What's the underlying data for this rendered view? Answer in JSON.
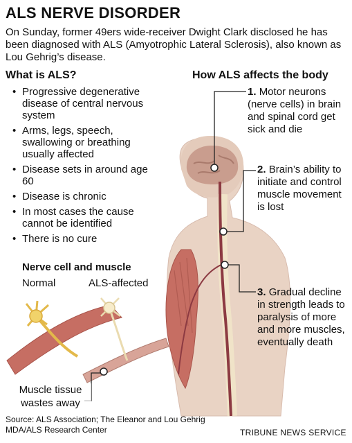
{
  "title": "ALS NERVE DISORDER",
  "intro": "On Sunday, former 49ers wide-receiver Dwight Clark disclosed he has been diagnosed with ALS (Amyotrophic Lateral Sclerosis),  also known as Lou Gehrig’s disease.",
  "what_is": {
    "heading": "What is ALS?",
    "facts": [
      "Progressive degenerative disease of central nervous system",
      "Arms, legs, speech, swallowing or breathing usually affected",
      "Disease sets in around age 60",
      "Disease is chronic",
      "In most cases the cause cannot be identified",
      "There is no cure"
    ]
  },
  "how": {
    "heading": "How ALS affects the body",
    "steps": [
      {
        "num": "1.",
        "text": "Motor neurons (nerve cells) in brain and spinal cord get sick and die"
      },
      {
        "num": "2.",
        "text": "Brain’s ability to initiate and control muscle movement is lost"
      },
      {
        "num": "3.",
        "text": "Gradual decline in strength leads to paralysis of more and more muscles, eventually death"
      }
    ]
  },
  "nerve_cell": {
    "heading": "Nerve cell and muscle",
    "normal_label": "Normal",
    "als_label": "ALS-affected",
    "muscle_label": "Muscle tissue wastes away"
  },
  "source": "Source: ALS Association; The Eleanor and Lou Gehrig MDA/ALS Research Center",
  "credit": "TRIBUNE NEWS SERVICE",
  "colors": {
    "skin": "#e9d3c4",
    "brain": "#c99d8e",
    "spine": "#f0e3c8",
    "nerve_cord": "#8c3a42",
    "muscle": "#c66e63",
    "neuron": "#f1d36a",
    "callout_line": "#222222"
  }
}
